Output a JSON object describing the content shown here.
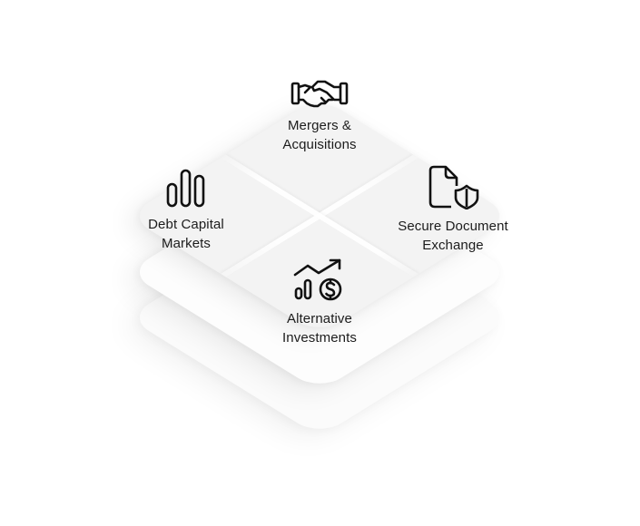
{
  "diagram": {
    "style": "stacked isometric diamond layers",
    "layers": 3,
    "colors": {
      "background": "#ffffff",
      "top_surface": "#f3f3f3",
      "lower_surfaces": "#fbfbfb",
      "icon_stroke": "#111111",
      "text": "#1c1c1c"
    },
    "quadrants": [
      {
        "position": "top",
        "icon": "handshake-icon",
        "label_line1": "Mergers &",
        "label_line2": "Acquisitions"
      },
      {
        "position": "left",
        "icon": "bar-chart-icon",
        "label_line1": "Debt Capital",
        "label_line2": "Markets"
      },
      {
        "position": "right",
        "icon": "secure-document-icon",
        "label_line1": "Secure Document",
        "label_line2": "Exchange"
      },
      {
        "position": "bottom",
        "icon": "growth-dollar-icon",
        "label_line1": "Alternative",
        "label_line2": "Investments"
      }
    ]
  }
}
